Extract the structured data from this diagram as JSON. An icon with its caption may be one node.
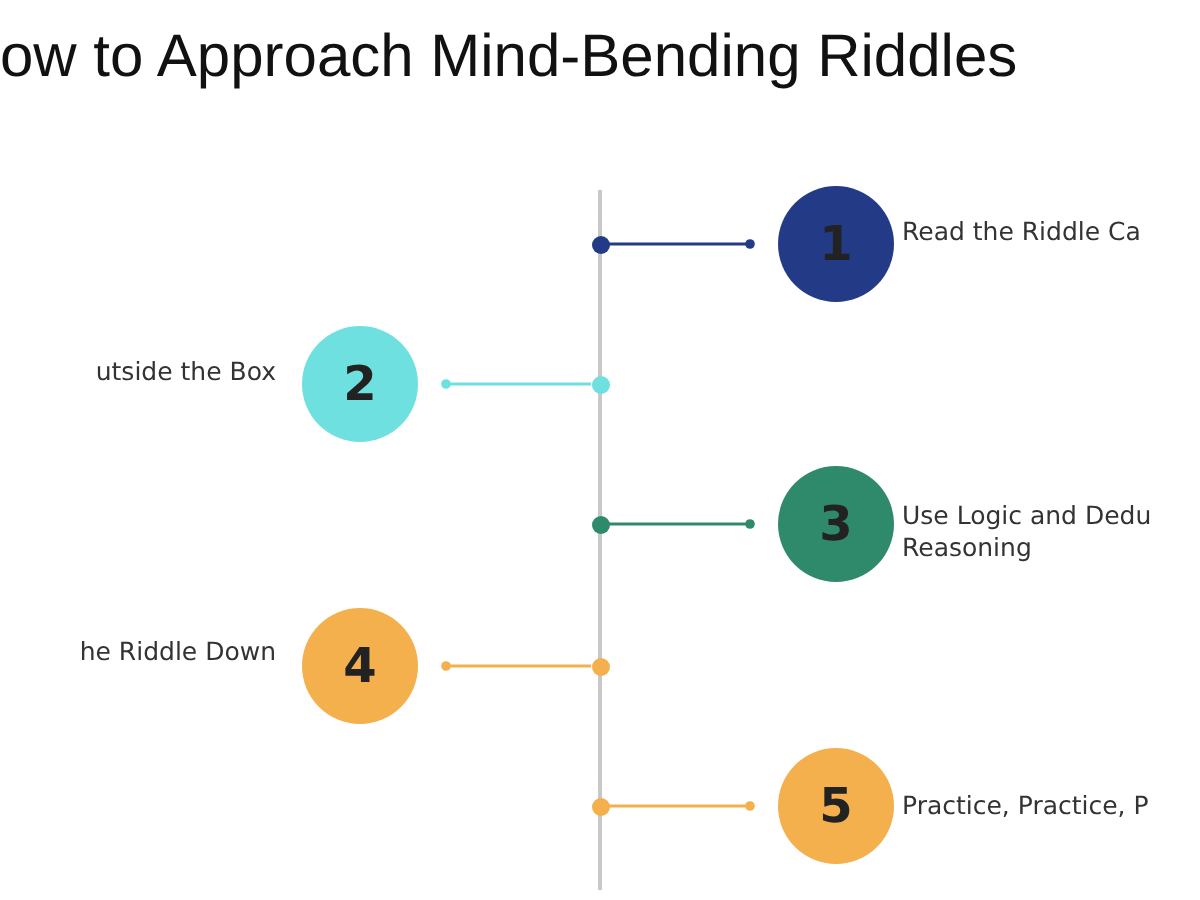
{
  "diagram": {
    "title": "ow to Approach Mind-Bending Riddles",
    "nodes": [
      {
        "text": [
          "1"
        ],
        "beside": [
          "Read the Riddle Ca"
        ]
      },
      {
        "text": [
          "2"
        ],
        "beside": [
          "utside the Box"
        ]
      },
      {
        "text": [
          "3"
        ],
        "beside": [
          "Use Logic and Dedu Reasoning"
        ]
      },
      {
        "text": [
          "4"
        ],
        "beside": [
          "he Riddle Down"
        ]
      },
      {
        "text": [
          "5"
        ],
        "beside": [
          "Practice, Practice, P"
        ]
      },
      {
        "text": [],
        "shape": "circle"
      },
      {
        "text": [],
        "shape": "circle"
      },
      {
        "text": [],
        "shape": "circle"
      },
      {
        "text": [],
        "shape": "circle"
      },
      {
        "text": [],
        "shape": "circle"
      }
    ],
    "edges": [
      {
        "from": 5,
        "to": 0,
        "arrow": "other",
        "color": "#233a86"
      },
      {
        "from": 6,
        "to": 1,
        "arrow": "other",
        "color": "#6fe0e0"
      },
      {
        "from": 7,
        "to": 2,
        "arrow": "other",
        "color": "#2f8a6c"
      },
      {
        "from": 8,
        "to": 3,
        "arrow": "other",
        "color": "#f4b04c"
      },
      {
        "from": 9,
        "to": 4,
        "arrow": "other",
        "color": "#f4b04c"
      }
    ]
  }
}
